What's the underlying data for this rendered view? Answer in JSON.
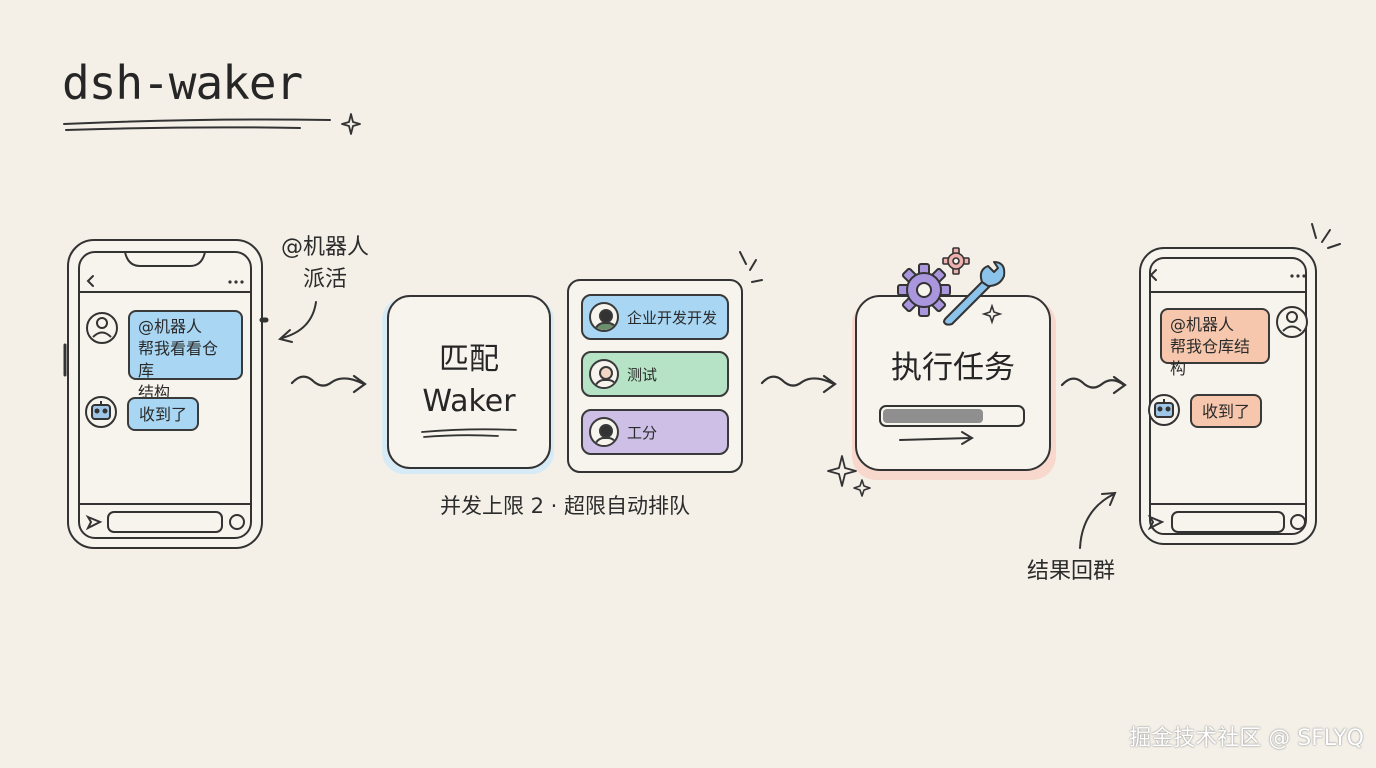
{
  "title": "dsh-waker",
  "note_mention": [
    "@机器人",
    "派活"
  ],
  "left_phone": {
    "user_message": [
      "@机器人",
      "帮我看看仓库",
      "结构"
    ],
    "bot_reply": "收到了"
  },
  "match_box": {
    "line1": "匹配",
    "line2": "Waker"
  },
  "wakers": [
    {
      "label": "企业开发开发",
      "color": "#a8d6f3"
    },
    {
      "label": "测试",
      "color": "#b6e3c5"
    },
    {
      "label": "工分",
      "color": "#cdbfe6"
    }
  ],
  "concurrency_note": "并发上限 2 · 超限自动排队",
  "execute_box": {
    "label": "执行任务"
  },
  "right_phone": {
    "user_message": [
      "@机器人",
      "帮我仓库结构"
    ],
    "bot_reply": "收到了"
  },
  "note_result": "结果回群",
  "watermark": "掘金技术社区 @ SFLYQ",
  "colors": {
    "background": "#f4f0e8",
    "blue_bubble": "#a8d6f3",
    "orange_bubble": "#f6c7ad",
    "match_glow": "#cfe6f6",
    "execute_glow": "#f7d3c4",
    "gear_purple": "#a996dd",
    "gear_pink": "#eeb1ad",
    "wrench_blue": "#8cc3ea"
  }
}
